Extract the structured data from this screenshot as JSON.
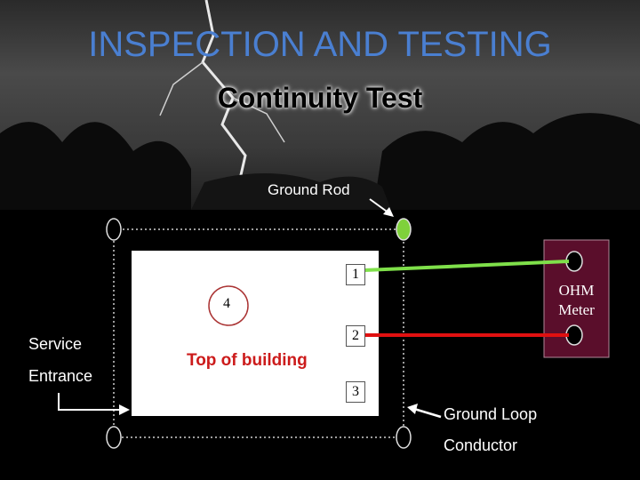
{
  "title": "INSPECTION AND TESTING",
  "subtitle": "Continuity Test",
  "labels": {
    "ground_rod": "Ground Rod",
    "service": "Service",
    "entrance": "Entrance",
    "top_of_building": "Top of building",
    "ground_loop": "Ground Loop",
    "conductor": "Conductor"
  },
  "meter": {
    "line1": "OHM",
    "line2": "Meter",
    "color": "#5a0e2b"
  },
  "test_points": [
    "1",
    "2",
    "3",
    "4"
  ],
  "colors": {
    "title": "#4a7fd1",
    "green_lead": "#7fe04a",
    "red_lead": "#e01010",
    "rod_active": "#7fd13b"
  }
}
